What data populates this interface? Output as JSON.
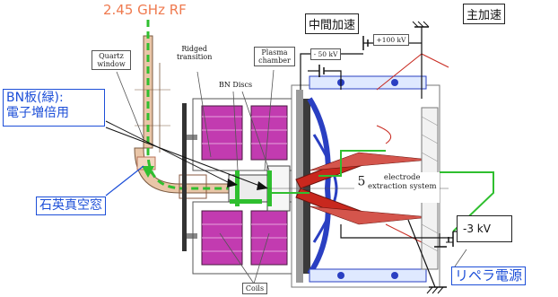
{
  "rf_label": "2.45 GHz RF",
  "quartz_window": "Quartz\nwindow",
  "ridged_transition": "Ridged\ntransition",
  "plasma_chamber": "Plasma\nchamber",
  "bn_discs": "BN Discs",
  "bn_plate": "BN板(緑):\n電子増倍用",
  "quartz_vacuum_window": "石英真空窓",
  "intermediate_accel": "中間加速",
  "main_accel": "主加速",
  "minus_50kv": "- 50 kV",
  "plus_100kv": "+100 kV",
  "electrode_count": "5",
  "electrode_label": "electrode\nextraction system",
  "minus_3kv": "-3 kV",
  "repeller_supply": "リペラ電源",
  "coils": "Coils",
  "colors": {
    "rf": "#ef7a4f",
    "label_blue": "#1d4fd8",
    "bn_green": "#2fbf2f",
    "coil_magenta": "#b01a9c",
    "copper_red": "#c8281e",
    "electrode_blue": "#2a3fc2",
    "gray": "#8a8a8a"
  }
}
